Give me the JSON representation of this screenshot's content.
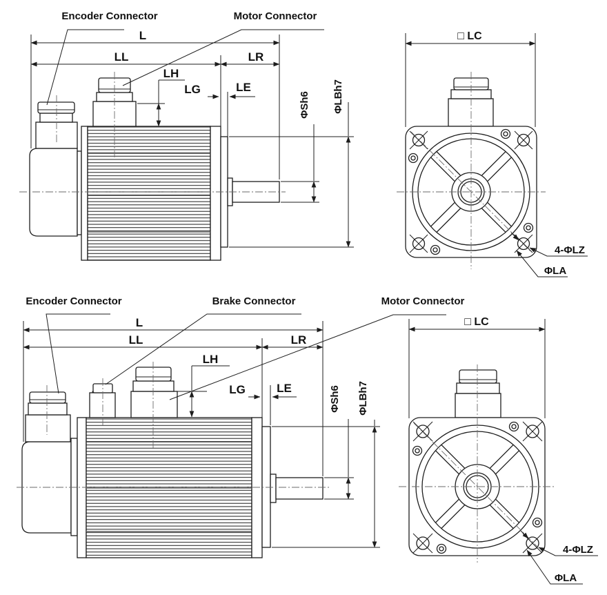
{
  "colors": {
    "line": "#1d1d1d",
    "centerline": "#6a6a6a",
    "background": "#ffffff"
  },
  "top_view": {
    "connector_labels": {
      "encoder": "Encoder Connector",
      "motor": "Motor Connector"
    },
    "dimensions": {
      "total_length": "L",
      "body_length": "LL",
      "shaft_length": "LR",
      "connector_height": "LH",
      "flange_thickness": "LG",
      "shaft_step": "LE",
      "shaft_diameter": "ΦSh6",
      "pilot_diameter": "ΦLBh7"
    },
    "front": {
      "flange_square": "□ LC",
      "mounting_holes": "4-ΦLZ",
      "bolt_circle": "ΦLA"
    }
  },
  "bottom_view": {
    "connector_labels": {
      "encoder": "Encoder Connector",
      "brake": "Brake Connector",
      "motor": "Motor Connector"
    },
    "dimensions": {
      "total_length": "L",
      "body_length": "LL",
      "shaft_length": "LR",
      "connector_height": "LH",
      "flange_thickness": "LG",
      "shaft_step": "LE",
      "shaft_diameter": "ΦSh6",
      "pilot_diameter": "ΦLBh7"
    },
    "front": {
      "flange_square": "□ LC",
      "mounting_holes": "4-ΦLZ",
      "bolt_circle": "ΦLA"
    }
  }
}
